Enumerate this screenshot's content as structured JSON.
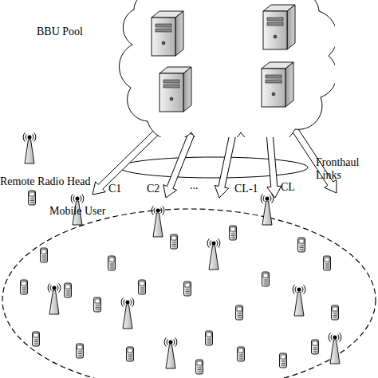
{
  "diagram": {
    "nodes": [
      {
        "text": [
          "BBU Pool"
        ]
      }
    ],
    "labels": [
      "Fronthaul Links",
      "C1",
      "C2",
      "...",
      "CL-1",
      "CL"
    ],
    "legend": [
      {
        "text": "Remote Radio Head"
      },
      {
        "text": "Mobile User"
      }
    ]
  }
}
